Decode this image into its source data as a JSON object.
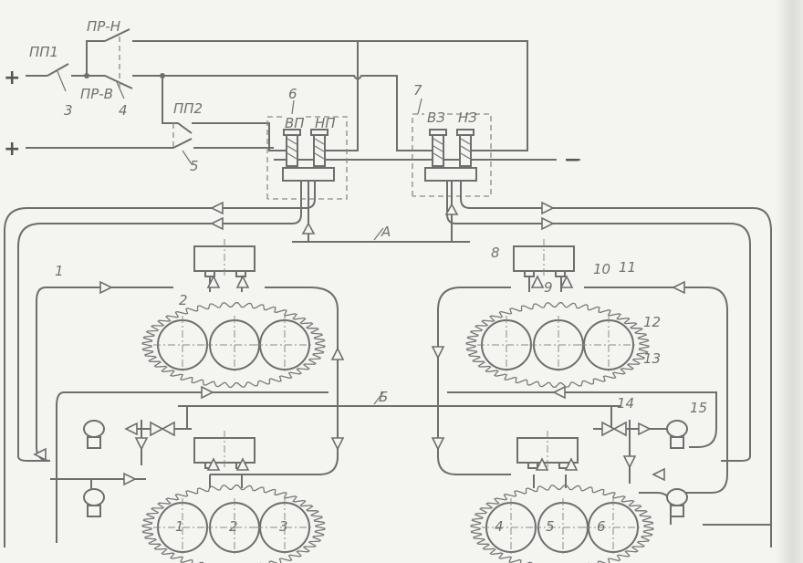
{
  "circuit": {
    "plus_top": "+",
    "plus_bottom": "+",
    "minus": "−",
    "switch_pp1": "ПП1",
    "switch_pr_n": "ПР-Н",
    "switch_pr_v": "ПР-В",
    "switch_pp2": "ПП2",
    "label_3": "3",
    "label_4": "4",
    "label_5": "5",
    "relay_6": "6",
    "relay_7": "7",
    "coil_vp": "ВП",
    "coil_np": "НП",
    "coil_vz": "ВЗ",
    "coil_nz": "НЗ"
  },
  "lines": {
    "line_a": "А",
    "line_b": "Б"
  },
  "callouts": {
    "c1": "1",
    "c2": "2",
    "c8": "8",
    "c9": "9",
    "c10": "10",
    "c11": "11",
    "c12": "12",
    "c13": "13",
    "c14": "14",
    "c15": "15"
  },
  "cylinders": [
    "1",
    "2",
    "3",
    "4",
    "5",
    "6"
  ]
}
